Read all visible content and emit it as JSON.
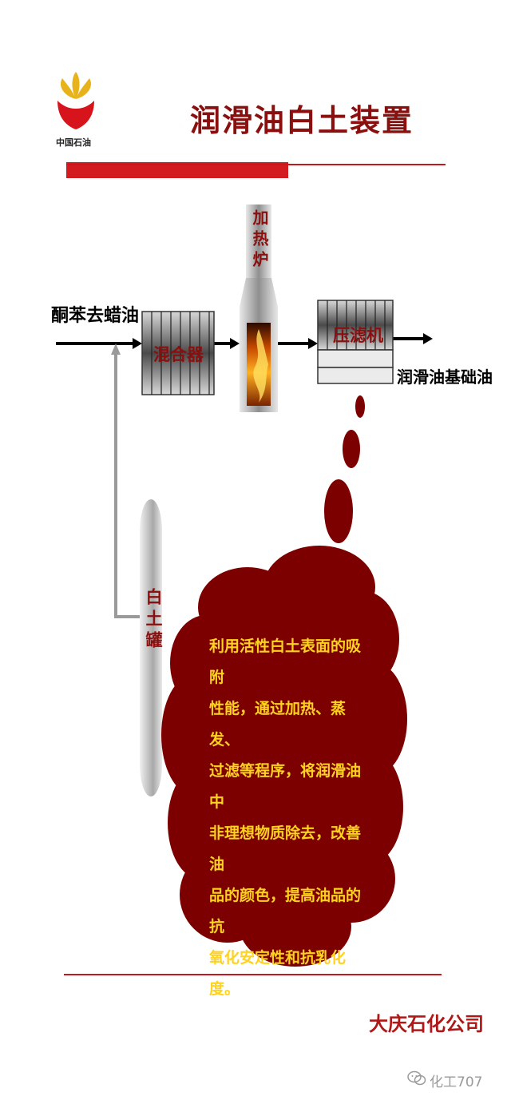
{
  "header": {
    "title": "润滑油白土装置",
    "logo_text": "中国石油"
  },
  "diagram": {
    "feed_label": "酮苯去蜡油",
    "mixer_label": "混合器",
    "furnace_label": "加热炉",
    "filter_label": "压滤机",
    "product_label": "润滑油基础油",
    "clay_tank_label": "白土罐"
  },
  "callout": {
    "lines": [
      "利用活性白土表面的吸附",
      "性能，通过加热、蒸发、",
      "过滤等程序，将润滑油中",
      "非理想物质除去，改善油",
      "品的颜色，提高油品的抗",
      "氧化安定性和抗乳化度。"
    ]
  },
  "footer": {
    "company": "大庆石化公司",
    "watermark": "化工707"
  },
  "colors": {
    "brand_red": "#c8161d",
    "dark_red": "#7d0000",
    "callout_text": "#ffd21e"
  }
}
